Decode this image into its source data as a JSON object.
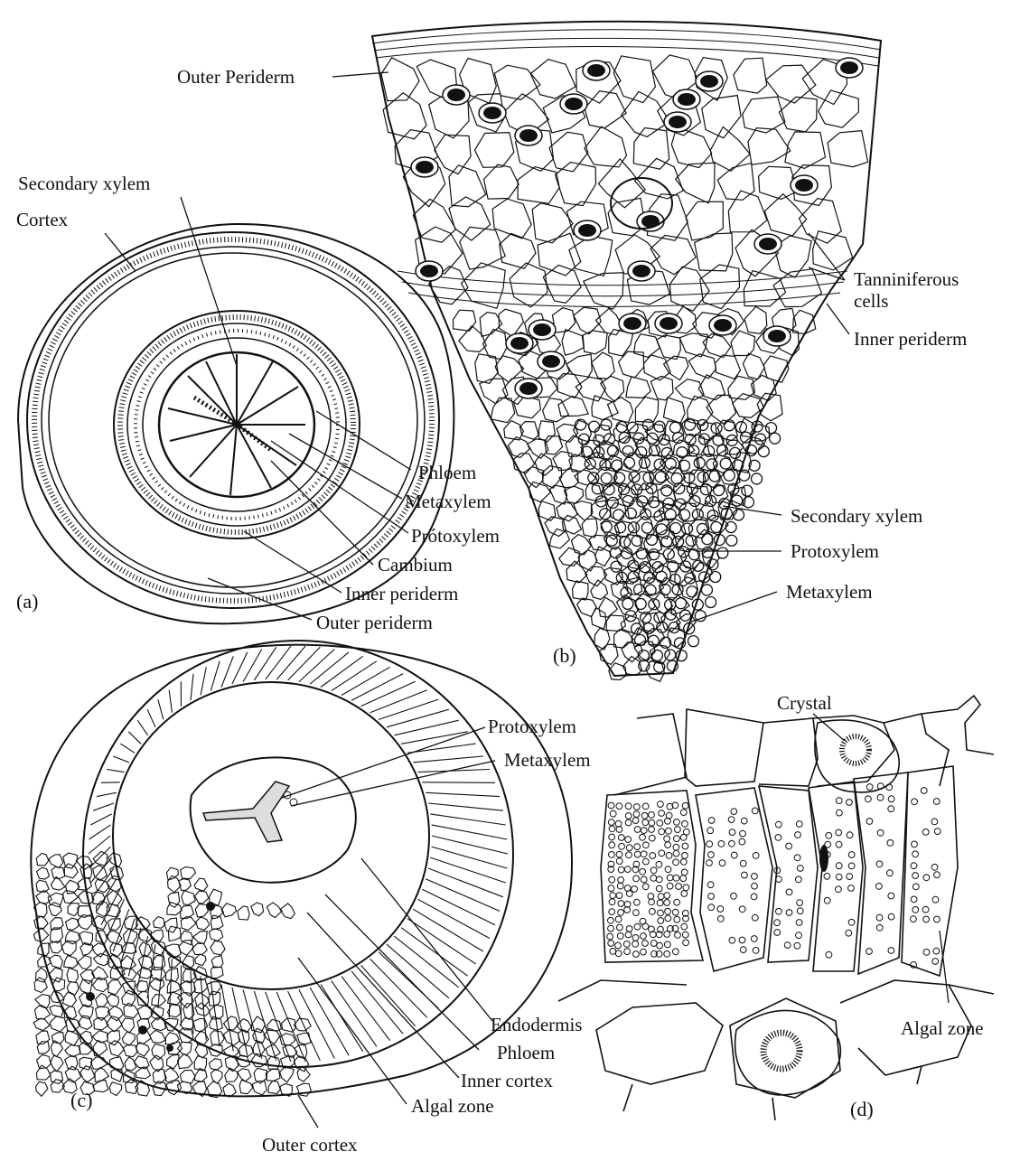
{
  "panels": {
    "a": {
      "tag": "(a)",
      "labels": {
        "secondary_xylem": "Secondary xylem",
        "cortex": "Cortex",
        "phloem": "Phloem",
        "metaxylem": "Metaxylem",
        "protoxylem": "Prótoxylem",
        "cambium": "Cambium",
        "inner_periderm": "Inner periderm",
        "outer_periderm": "Outer periderm"
      }
    },
    "b": {
      "tag": "(b)",
      "labels": {
        "outer_periderm": "Outer Periderm",
        "tanniniferous_1": "Tanniniferous",
        "tanniniferous_2": "cells",
        "inner_periderm": "Inner periderm",
        "secondary_xylem": "Secondary xylem",
        "protoxylem": "Protoxylem",
        "metaxylem": "Metaxylem"
      }
    },
    "c": {
      "tag": "(c)",
      "labels": {
        "protoxylem": "Protoxylem",
        "metaxylem": "Metaxylem",
        "endodermis": "Endodermis",
        "phloem": "Phloem",
        "inner_cortex": "Inner cortex",
        "algal_zone": "Algal zone",
        "outer_cortex": "Outer cortex"
      }
    },
    "d": {
      "tag": "(d)",
      "labels": {
        "crystal": "Crystal",
        "algal_zone": "Algal zone"
      }
    }
  }
}
